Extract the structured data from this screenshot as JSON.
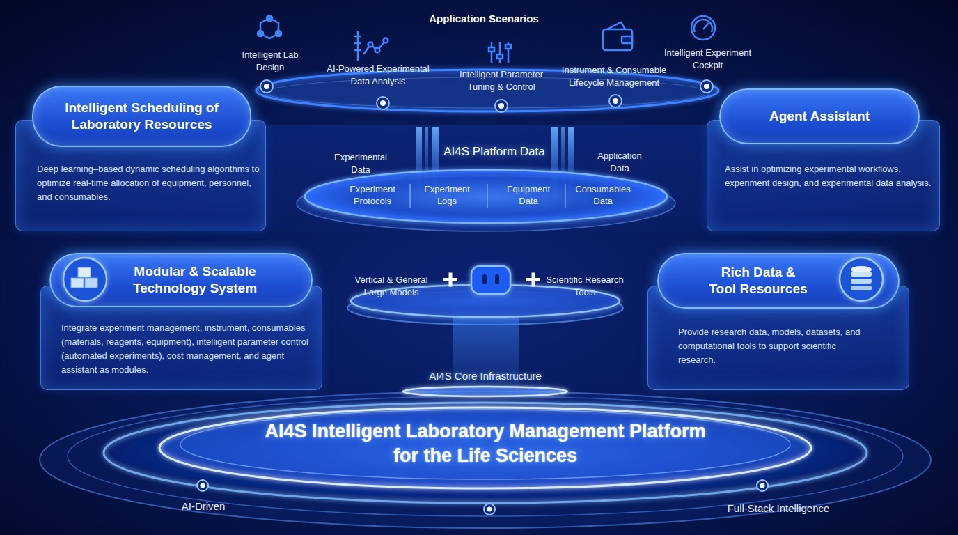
{
  "diagram": {
    "title": "AI4S Intelligent Laboratory Management Platform for the Life Sciences",
    "nodes": [
      {
        "text": [
          "Intelligent Scheduling of Laboratory Resources",
          "Deep learning–based dynamic scheduling algorithms to optimize real-time allocation of equipment, personnel, and consumables."
        ]
      },
      {
        "text": [
          "AI4S Platform Data",
          "Experiment Protocols",
          "Experiment Logs",
          "Equipment Data",
          "Consumables Data"
        ]
      },
      {
        "text": [
          "Agent Assistant",
          "Assist in optimizing experimental workflows, experiment design, and experimental data analysis."
        ]
      },
      {
        "text": [
          "Modular & Scalable Technology System",
          "Integrate experiment management, instrument, consumables (materials, reagents, equipment), intelligent parameter control (automated experiments), cost management, and agent assistant as modules."
        ]
      },
      {
        "text": [
          "Vertical & General Large Models",
          "Scientific Research Tools"
        ]
      },
      {
        "text": [
          "Rich Data & Tool Resources",
          "Provide research data, models, datasets, and computational tools to support scientific research."
        ]
      },
      {
        "text": [
          "AI4S Core Infrastructure"
        ]
      }
    ],
    "labels": [
      "Application Scenarios",
      "Intelligent Lab Design",
      "AI-Powered Experimental Data Analysis",
      "Intelligent Parameter Tuning & Control",
      "Instrument & Consumable Lifecycle Management",
      "Intelligent Experiment Cockpit",
      "Experimental Data",
      "Application Data",
      "AI-Driven",
      "Full-Stack Intelligence"
    ]
  }
}
